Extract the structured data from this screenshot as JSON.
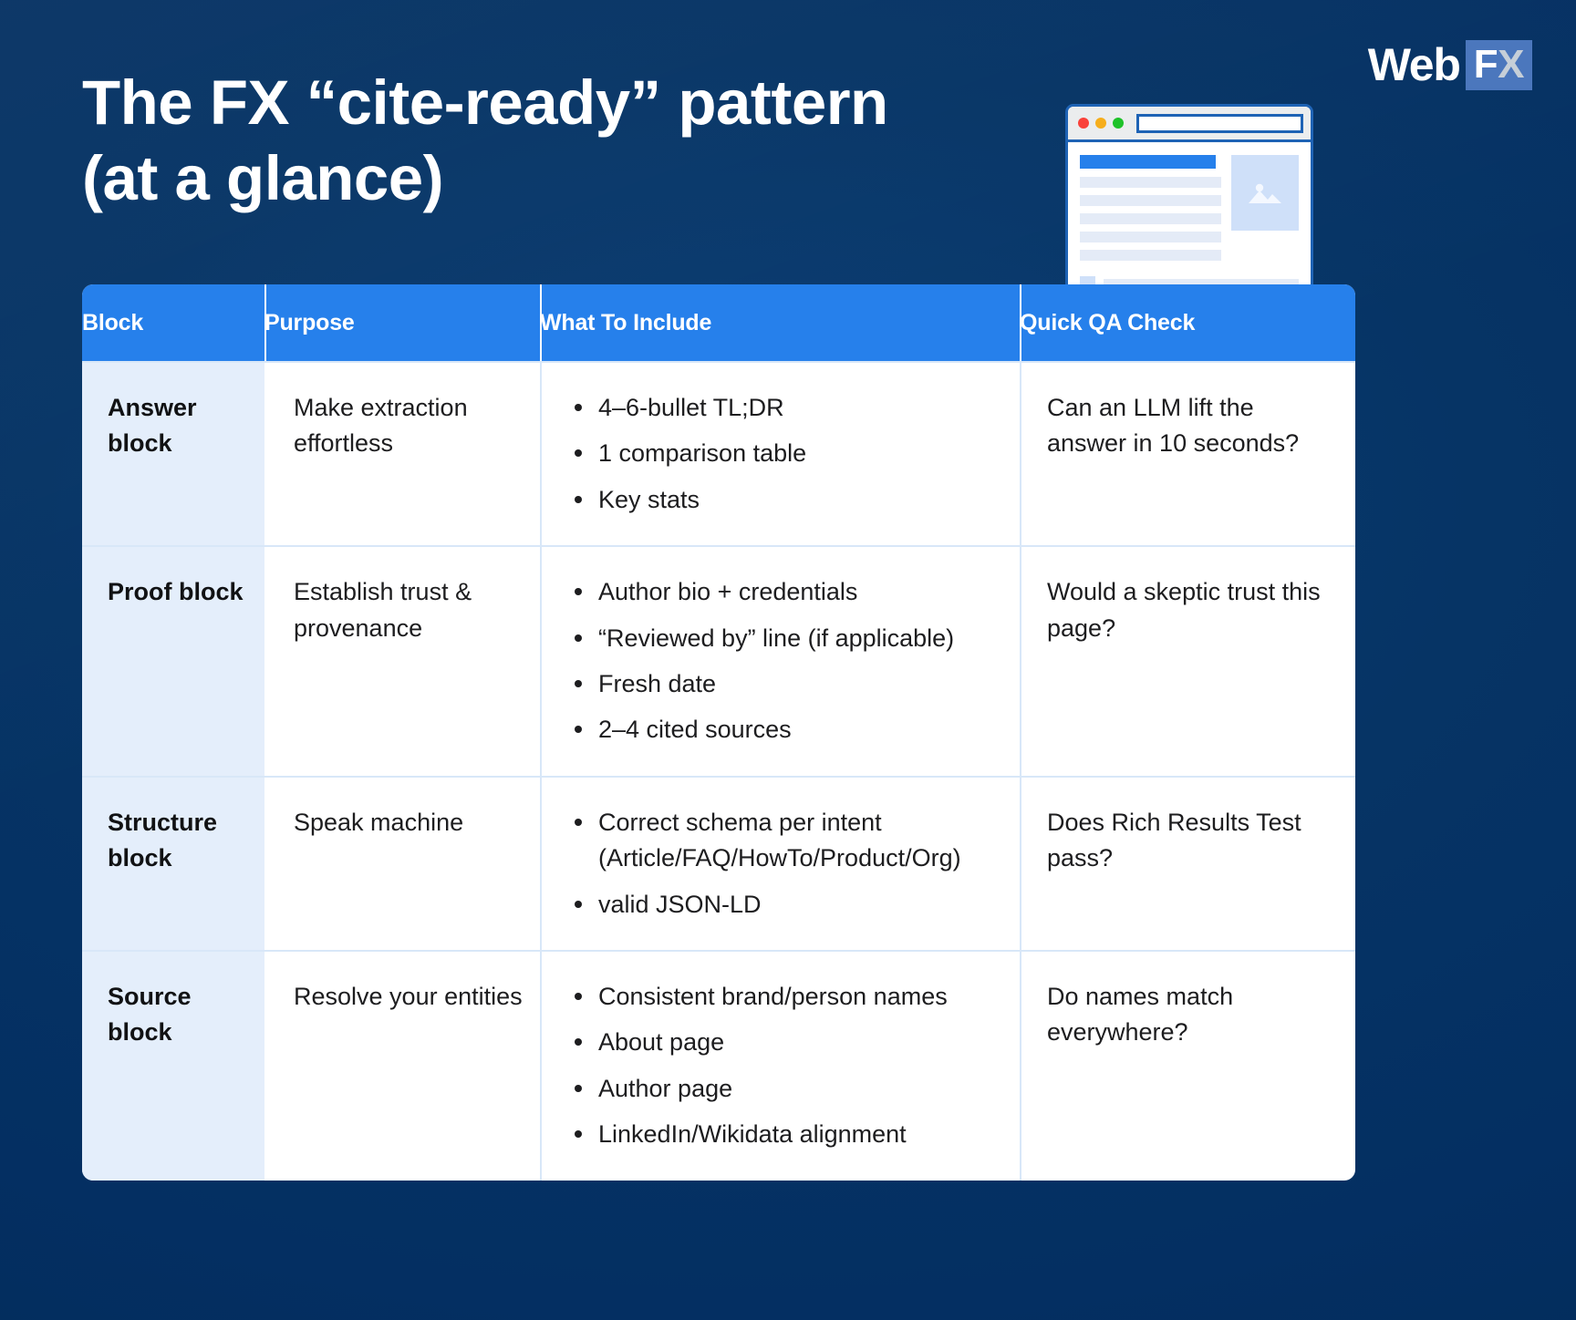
{
  "brand": {
    "logo_web": "Web",
    "logo_f": "F",
    "logo_x": "X",
    "accent_blue": "#2680eb",
    "navy": "#042f62",
    "logo_box_blue": "#4b77bd"
  },
  "headline": {
    "line1": "The FX “cite-ready” pattern",
    "line2": "(at a glance)"
  },
  "illustration": {
    "name": "browser-window-mockup",
    "dots": [
      "red",
      "yellow",
      "green"
    ],
    "thumbnail_icon": "image-placeholder-icon"
  },
  "table": {
    "headers": [
      "Block",
      "Purpose",
      "What To Include",
      "Quick QA Check"
    ],
    "rows": [
      {
        "block": "Answer block",
        "purpose": "Make extraction effortless",
        "include": [
          "4–6-bullet TL;DR",
          "1 comparison table",
          "Key stats"
        ],
        "qa": "Can an LLM lift the answer in 10 seconds?"
      },
      {
        "block": "Proof block",
        "purpose": "Establish trust & provenance",
        "include": [
          "Author bio + credentials",
          "“Reviewed by” line (if applicable)",
          "Fresh date",
          "2–4 cited sources"
        ],
        "qa": "Would a skeptic trust this page?"
      },
      {
        "block": "Structure block",
        "purpose": "Speak machine",
        "include": [
          "Correct schema per intent (Article/FAQ/HowTo/Product/Org)",
          "valid JSON-LD"
        ],
        "qa": "Does Rich Results Test pass?"
      },
      {
        "block": "Source block",
        "purpose": "Resolve your entities",
        "include": [
          "Consistent brand/person names",
          "About page",
          "Author page",
          "LinkedIn/Wikidata alignment"
        ],
        "qa": "Do names match everywhere?"
      }
    ]
  }
}
